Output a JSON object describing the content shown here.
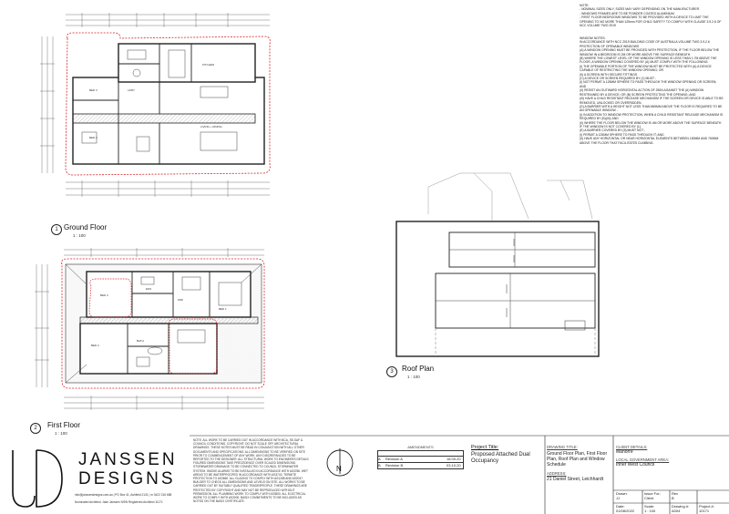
{
  "views": {
    "ground": {
      "num": "1",
      "title": "Ground Floor",
      "scale": "1 : 100"
    },
    "first": {
      "num": "2",
      "title": "First Floor",
      "scale": "1 : 100"
    },
    "roof": {
      "num": "3",
      "title": "Roof Plan",
      "scale": "1 : 100"
    }
  },
  "rooms": [
    "BED 3",
    "BED 2",
    "BED 1",
    "LIVING + DINING",
    "KITCHEN",
    "ENS",
    "WIR",
    "BATH",
    "LDRY",
    "BED 3",
    "BED 2",
    "BED 1"
  ],
  "notes_top": "NOTE:\n- NOMINAL SIZES ONLY, SIZES MAY VARY DEPENDING ON THE MANUFACTURER.\n- WINDOWS FRAMES ARE TO BE POWDER COATED ALUMINIUM\n- FIRST FLOOR BEDROOMS WINDOWS TO BE PROVIDED WITH A DEVICE TO LIMIT THE OPENING TO NO MORE THAN 125mm FOR CHILD SAFETY TO COMPLY WITH CLAUSE 3.9.2.6 OF NCC VOLUME TWO 2019",
  "notes_window": "WINDOW NOTES:\nIN ACCORDANCE WITH NCC 2019 BUILDING CODE OF AUSTRALIA VOLUME TWO 3.9.2.6 PROTECTION OF OPENABLE WINDOWS\n(A) A WINDOW OPENING MUST BE PROVIDED WITH PROTECTION, IF THE FLOOR BELOW THE WINDOW IN A BEDROOM IS 2M OR MORE ABOVE THE SURFACE BENEATH.\n(B) WHERE THE LOWEST LEVEL OF THE WINDOW OPENING IS LESS THAN 1.7M ABOVE THE FLOOR, A WINDOW OPENING COVERED BY (A) MUST COMPLY WITH THE FOLLOWING:\n(I) THE OPENABLE PORTION OF THE WINDOW MUST BE PROTECTED WITH (A) A DEVICE CAPABLE OF RESTRICTING THE WINDOW OPENING; OR\n(II) A SCREEN WITH SECURE FITTINGS\n(C) A DEVICE OR SCREEN REQUIRED BY (1) MUST -\n(I) NOT PERMIT A 125MM SPHERE TO PASS THROUGH THE WINDOW OPENING OR SCREEN; AND\n(II) RESIST AN OUTWARD HORIZONTAL ACTION OF 250N AGAINST THE (A) WINDOW RESTRAINED BY A DEVICE; OR (B) SCREEN PROTECTING THE OPENING; AND\n(III) HAVE A CHILD RESISTANT RELEASE MECHANISM IF THE SCREEN OR DEVICE IS ABLE TO BE REMOVED, UNLOCKED OR OVERRIDDEN.\n(D) A BARRIER WITH A HEIGHT NOT LESS THAN 865MM ABOVE THE FLOOR IS REQUIRED TO BE AN OPENABLE WINDOW -\n(I) IN ADDITION TO WINDOW PROTECTION, WHEN A CHILD RESISTANT RELEASE MECHANISM IS REQUIRED BY (B)(III); AND\n(II) WHERE THE FLOOR BELOW THE WINDOW IS 4M OR MORE ABOVE THE SURFACE BENEATH IF THE WINDOW IS NOT COVERED BY (1).\n(E) A BARRIER COVERED BY (3) MUST NOT -\n(I) PERMIT A 125MM SPHERE TO PASS THROUGH IT; AND\n(II) HAVE ANY HORIZONTAL OR NEAR HORIZONTAL ELEMENTS BETWEEN 150MM AND 760MM ABOVE THE FLOOR THAT FACILITATES CLIMBING.",
  "notes_copyright": "NOTE: ALL WORK TO BE CARRIED OUT IN ACCORDANCE WITH BCA, SE-SAF & COUNCIL CONDITIONS. COPYRIGHT: DO NOT SCALE OFF ARCHITECTURAL DRAWINGS. THESE NOTES MUST BE READ IN CONJUNCTION WITH ALL OTHER DOCUMENTS AND SPECIFICATIONS. ALL DIMENSIONS TO BE VERIFIED ON SITE PRIOR TO COMMENCEMENT OF ANY WORK. ANY DISCREPANCIES TO BE REPORTED TO THE DESIGNER. ALL STRUCTURAL WORK TO ENGINEERS DETAILS. FIGURED DIMENSIONS TAKE PRECEDENCE OVER SCALED DIMENSIONS. STORMWATER DRAINAGE TO BE CONNECTED TO COUNCIL STORMWATER SYSTEM. SMOKE ALARMS TO BE INSTALLED IN ACCORDANCE WITH AS3786. WET AREAS TO BE WATERPROOFED IN ACCORDANCE WITH AS3740. TERMITE PROTECTION TO AS3660. ALL GLAZING TO COMPLY WITH AS1288 AND AS2047. BUILDER TO CHECK ALL DIMENSIONS AND LEVELS ON SITE. ALL WORKS TO BE CARRIED OUT BY SUITABLY QUALIFIED TRADESPEOPLE. THESE DRAWINGS ARE PROTECTED BY COPYRIGHT AND MAY NOT BE REPRODUCED WITHOUT PERMISSION. ALL PLUMBING WORK TO COMPLY WITH AS3500. ALL ELECTRICAL WORK TO COMPLY WITH AS3000. BASIX COMMITMENTS TO BE INCLUDED AS NOTED ON THE BASIX CERTIFICATE.",
  "brand": {
    "name_1": "JANSSEN",
    "name_2": "DESIGNS",
    "contact_1": "info@janssendesigns.com.au | PO Box 41, Ashfield 2131 | m 0422 216 688",
    "contact_2": "Nominated Architect: Jake Janssen NSW Registered Architect 11171"
  },
  "amendments": {
    "title": "AMENDMENTS",
    "rows": [
      {
        "rev": "A",
        "desc": "Revision A",
        "date": "18.09.20"
      },
      {
        "rev": "B",
        "desc": "Revision B",
        "date": "03.10.20"
      }
    ]
  },
  "north": "N",
  "project": {
    "title_label": "Project Title:",
    "title": "Proposed Attached Dual Occupancy",
    "address_label": "ADDRESS:",
    "address": "21 Daniel Street, Leichhardt"
  },
  "drawing": {
    "label": "DRAWING TITLE:",
    "title": "Ground Floor Plan, First Floor Plan, Roof Plan and Window Schedule"
  },
  "client": {
    "label": "CLIENT DETAILS:",
    "name": "Manorre",
    "council_label": "LOCAL GOVERNMENT AREA:",
    "council": "Inner West Council"
  },
  "meta": {
    "drawn_label": "Drawn:",
    "drawn": "JJ",
    "issue_label": "Issue For:",
    "issue": "Client",
    "rev_label": "Rev",
    "rev": "B",
    "date_label": "Date:",
    "date": "01/08/2022",
    "scale_label": "Scale:",
    "scale": "1 : 100",
    "dwg_label": "Drawing #:",
    "dwg": "A004",
    "proj_label": "Project #:",
    "proj": "10171"
  },
  "colors": {
    "redline": "#d4262a",
    "line": "#222222",
    "hatch": "#9a9a9a"
  }
}
